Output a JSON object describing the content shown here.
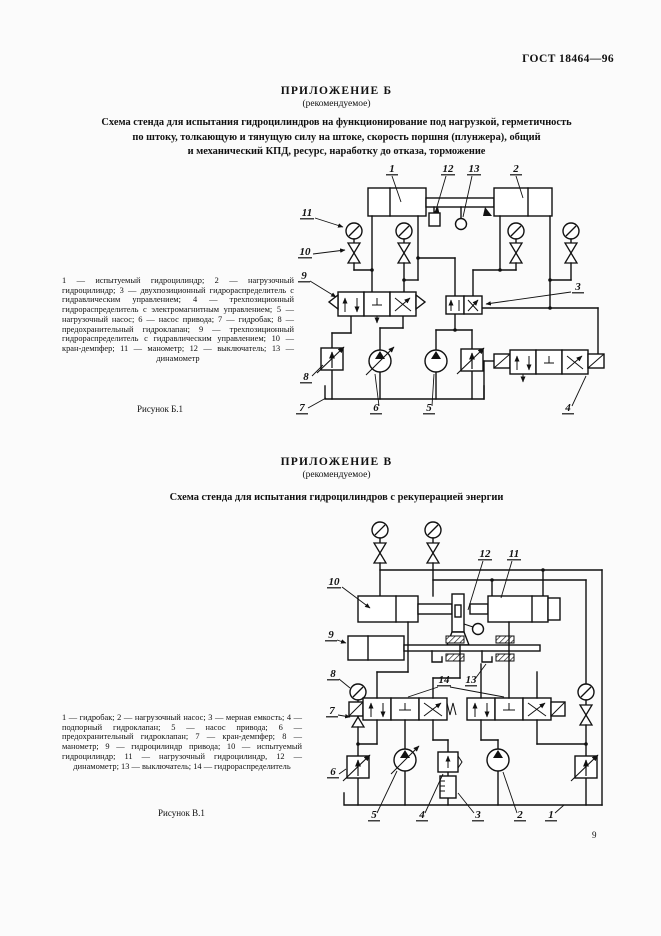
{
  "page": {
    "doc_number": "ГОСТ 18464—96",
    "page_number": "9"
  },
  "appendix_b": {
    "heading": "ПРИЛОЖЕНИЕ Б",
    "subheading": "(рекомендуемое)",
    "title_lines": [
      "Схема стенда для испытания гидроцилиндров на функционирование под нагрузкой, герметичность",
      "по штоку, толкающую и тянущую силу на штоке, скорость поршня (плунжера), общий",
      "и механический КПД, ресурс, наработку до отказа, торможение"
    ],
    "legend": "1 — испытуемый гидроцилиндр; 2 — нагрузочный гидроцилиндр; 3 — двухпозиционный гидрораспределитель с гидравлическим управлением; 4 — трехпозиционный гидрораспределитель с электромагнитным управлением; 5 — нагрузочный насос; 6 — насос привода; 7 — гидробак; 8 — предохранительный гидроклапан; 9 — трехпозиционный гидрораспределитель с гидравлическим управлением; 10 — кран-демпфер; 11 — манометр; 12 — выключатель; 13 — динамометр",
    "caption": "Рисунок Б.1",
    "callouts": {
      "c1": "1",
      "c2": "2",
      "c3": "3",
      "c4": "4",
      "c5": "5",
      "c6": "6",
      "c7": "7",
      "c8": "8",
      "c9": "9",
      "c10": "10",
      "c11": "11",
      "c12": "12",
      "c13": "13"
    }
  },
  "appendix_v": {
    "heading": "ПРИЛОЖЕНИЕ В",
    "subheading": "(рекомендуемое)",
    "title_lines": [
      "Схема стенда для испытания гидроцилиндров с рекуперацией энергии"
    ],
    "legend": "1 — гидробак; 2 — нагрузочный насос; 3 — мерная емкость; 4 — подпорный гидроклапан; 5 — насос привода; 6 — предохранительный гидроклапан; 7 — кран-демпфер; 8 — манометр; 9 — гидроцилиндр привода; 10 — испытуемый гидроцилиндр; 11 — нагрузочный гидроцилиндр, 12 — динамометр; 13 — выключатель; 14 — гидрораспределитель",
    "caption": "Рисунок В.1",
    "callouts": {
      "c1": "1",
      "c2": "2",
      "c3": "3",
      "c4": "4",
      "c5": "5",
      "c6": "6",
      "c7": "7",
      "c8": "8",
      "c9": "9",
      "c10": "10",
      "c11": "11",
      "c12": "12",
      "c13": "13",
      "c14": "14"
    }
  }
}
